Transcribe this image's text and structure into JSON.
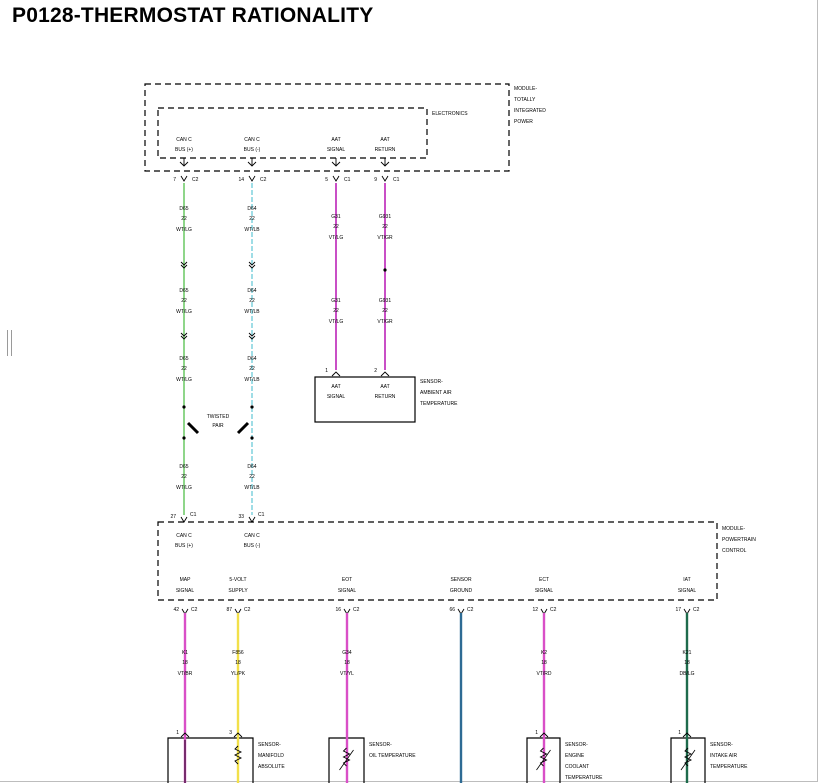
{
  "title": "P0128-THERMOSTAT RATIONALITY",
  "modules": {
    "tipm": {
      "label_lines": [
        "MODULE-",
        "TOTALLY",
        "INTEGRATED",
        "POWER"
      ],
      "inner_label": "ELECTRONICS"
    },
    "pcm": {
      "label_lines": [
        "MODULE-",
        "POWERTRAIN",
        "CONTROL"
      ]
    },
    "aat_sensor": {
      "label_lines": [
        "SENSOR-",
        "AMBIENT AIR",
        "TEMPERATURE"
      ]
    },
    "map_sensor": {
      "label_lines": [
        "SENSOR-",
        "MANIFOLD",
        "ABSOLUTE"
      ]
    },
    "eot_sensor": {
      "label_lines": [
        "SENSOR-",
        "OIL TEMPERATURE"
      ]
    },
    "ect_sensor": {
      "label_lines": [
        "SENSOR-",
        "ENGINE",
        "COOLANT",
        "TEMPERATURE"
      ]
    },
    "iat_sensor": {
      "label_lines": [
        "SENSOR-",
        "INTAKE AIR",
        "TEMPERATURE"
      ]
    }
  },
  "tipm_pins": [
    {
      "l1": "CAN C",
      "l2": "BUS (+)",
      "pin": "7",
      "conn": "C2"
    },
    {
      "l1": "CAN C",
      "l2": "BUS (-)",
      "pin": "14",
      "conn": "C2"
    },
    {
      "l1": "AAT",
      "l2": "SIGNAL",
      "pin": "5",
      "conn": "C1"
    },
    {
      "l1": "AAT",
      "l2": "RETURN",
      "pin": "9",
      "conn": "C1"
    }
  ],
  "can_wires": [
    {
      "segments": [
        [
          "D65",
          "22",
          "WT/LG"
        ],
        [
          "D65",
          "22",
          "WT/LG"
        ],
        [
          "D65",
          "22",
          "WT/LG"
        ],
        [
          "D65",
          "22",
          "WT/LG"
        ]
      ],
      "color": "#8fd68a"
    },
    {
      "segments": [
        [
          "D64",
          "22",
          "WT/LB"
        ],
        [
          "D64",
          "22",
          "WT/LB"
        ],
        [
          "D64",
          "22",
          "WT/LB"
        ],
        [
          "D64",
          "22",
          "WT/LB"
        ]
      ],
      "color": "#9fdde6"
    }
  ],
  "aat_wires": [
    {
      "segments": [
        [
          "G31",
          "22",
          "VT/LG"
        ],
        [
          "G31",
          "22",
          "VT/LG"
        ]
      ],
      "color": "#c94fc6",
      "pin": "1"
    },
    {
      "segments": [
        [
          "G931",
          "22",
          "VT/GR"
        ],
        [
          "G931",
          "22",
          "VT/GR"
        ]
      ],
      "color": "#c94fc6",
      "pin": "2"
    }
  ],
  "aat_sensor_pins": [
    {
      "l1": "AAT",
      "l2": "SIGNAL"
    },
    {
      "l1": "AAT",
      "l2": "RETURN"
    }
  ],
  "twisted_pair": [
    "TWISTED",
    "PAIR"
  ],
  "pcm_can_pins": [
    {
      "l1": "CAN C",
      "l2": "BUS (+)",
      "pin": "27",
      "conn": "C1"
    },
    {
      "l1": "CAN C",
      "l2": "BUS (-)",
      "pin": "33",
      "conn": "C1"
    }
  ],
  "pcm_pins": [
    {
      "l1": "MAP",
      "l2": "SIGNAL",
      "pin": "42",
      "conn": "C2",
      "wire": [
        "K1",
        "18",
        "VT/BR"
      ],
      "color": "#d94fc7",
      "sensor_pin": "1"
    },
    {
      "l1": "5-VOLT",
      "l2": "SUPPLY",
      "pin": "87",
      "conn": "C2",
      "wire": [
        "F856",
        "18",
        "YL/PK"
      ],
      "color": "#f2e04a",
      "sensor_pin": "3"
    },
    {
      "l1": "EOT",
      "l2": "SIGNAL",
      "pin": "16",
      "conn": "C2",
      "wire": [
        "G34",
        "18",
        "VT/YL"
      ],
      "color": "#d94fc7",
      "sensor_pin": ""
    },
    {
      "l1": "SENSOR",
      "l2": "GROUND",
      "pin": "66",
      "conn": "C2",
      "wire": [
        "",
        "",
        ""
      ],
      "color": "#2e6b94",
      "sensor_pin": ""
    },
    {
      "l1": "ECT",
      "l2": "SIGNAL",
      "pin": "12",
      "conn": "C2",
      "wire": [
        "K2",
        "18",
        "VT/RD"
      ],
      "color": "#d94fc7",
      "sensor_pin": "1"
    },
    {
      "l1": "IAT",
      "l2": "SIGNAL",
      "pin": "17",
      "conn": "C2",
      "wire": [
        "K21",
        "18",
        "DB/LG"
      ],
      "color": "#1e6b4c",
      "sensor_pin": "1"
    }
  ]
}
